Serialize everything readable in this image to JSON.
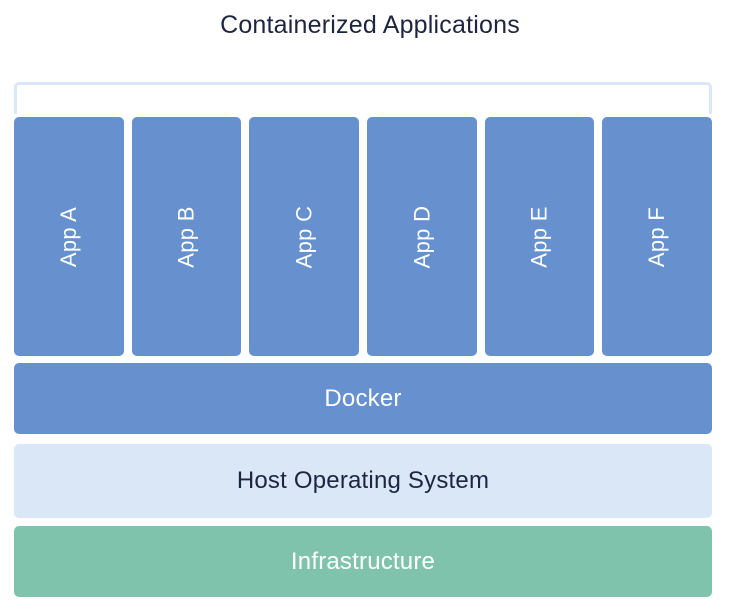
{
  "diagram": {
    "title": "Containerized Applications",
    "type": "layered-stack-architecture",
    "colors": {
      "title_text": "#1d2540",
      "app_blue": "#6691ce",
      "container_outline": "#d9e7f6",
      "host_os_blue": "#d9e7f6",
      "infrastructure_green": "#80c3ac",
      "light_text": "#ffffff",
      "dark_text": "#1d2540",
      "background": "#ffffff"
    },
    "container_bracket": {
      "label": "",
      "style": "open-bottom-outline"
    },
    "apps": [
      {
        "label": "App A"
      },
      {
        "label": "App B"
      },
      {
        "label": "App C"
      },
      {
        "label": "App D"
      },
      {
        "label": "App E"
      },
      {
        "label": "App F"
      }
    ],
    "layers": [
      {
        "label": "Docker"
      },
      {
        "label": "Host Operating System"
      },
      {
        "label": "Infrastructure"
      }
    ]
  }
}
